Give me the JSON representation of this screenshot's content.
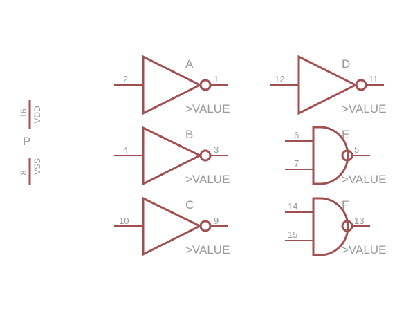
{
  "power": {
    "name": "P",
    "vdd": {
      "label": "VDD",
      "pin": "16"
    },
    "vss": {
      "label": "VSS",
      "pin": "8"
    }
  },
  "gates": {
    "A": {
      "name": "A",
      "value": ">VALUE",
      "input_pin": "2",
      "output_pin": "1",
      "kind": "inverter"
    },
    "B": {
      "name": "B",
      "value": ">VALUE",
      "input_pin": "4",
      "output_pin": "3",
      "kind": "inverter"
    },
    "C": {
      "name": "C",
      "value": ">VALUE",
      "input_pin": "10",
      "output_pin": "9",
      "kind": "inverter"
    },
    "D": {
      "name": "D",
      "value": ">VALUE",
      "input_pin": "12",
      "output_pin": "11",
      "kind": "inverter"
    },
    "E": {
      "name": "E",
      "value": ">VALUE",
      "input_pin_1": "6",
      "input_pin_2": "7",
      "output_pin": "5",
      "kind": "nand"
    },
    "F": {
      "name": "F",
      "value": ">VALUE",
      "input_pin_1": "14",
      "input_pin_2": "15",
      "output_pin": "13",
      "kind": "nand"
    }
  },
  "colors": {
    "symbol": "#a05050",
    "text": "#999999",
    "background": "#ffffff"
  }
}
